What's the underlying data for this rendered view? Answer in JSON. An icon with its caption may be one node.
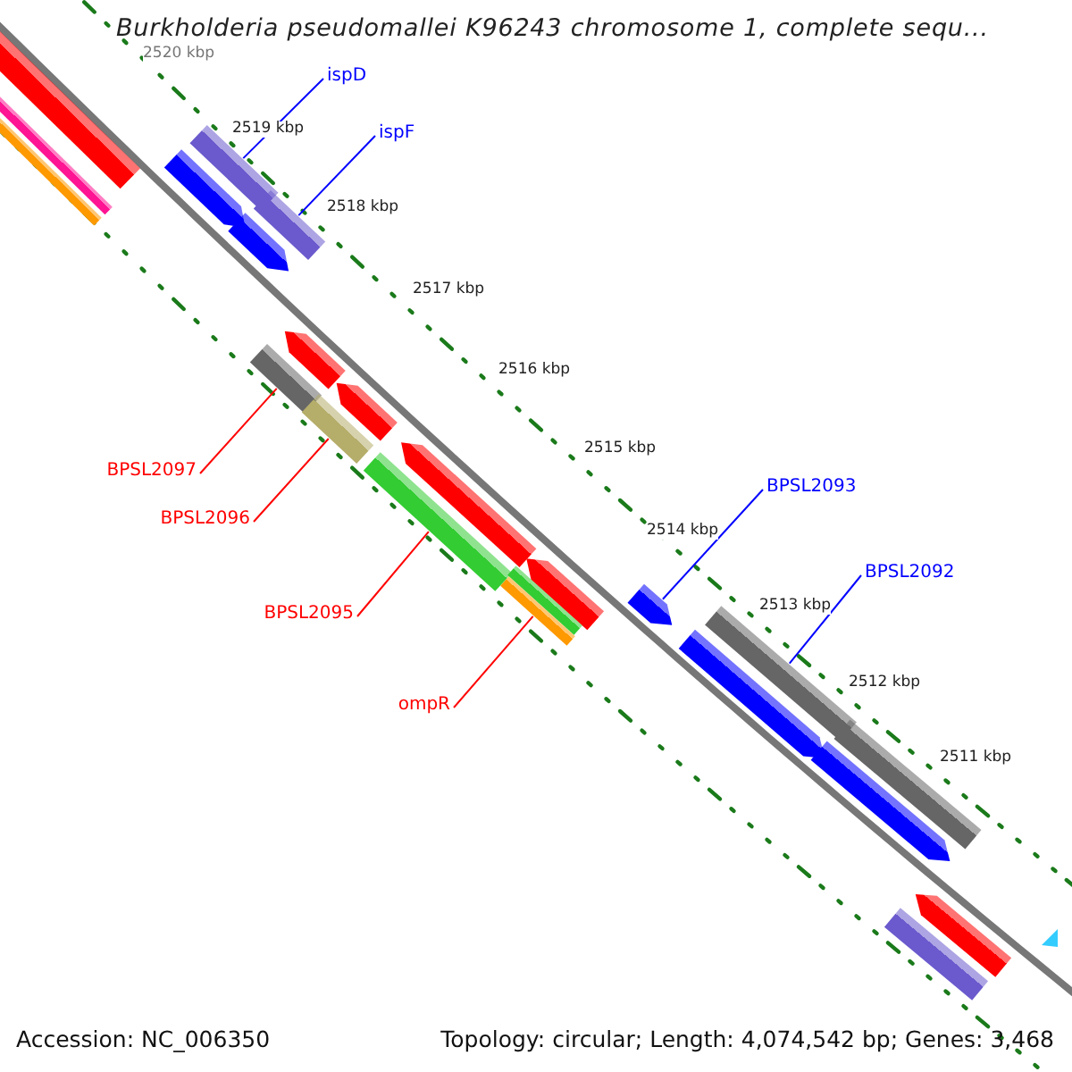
{
  "diagram": {
    "title": "Burkholderia pseudomallei K96243 chromosome 1, complete sequ...",
    "nodes": [
      {
        "text": [
          "ispD"
        ]
      },
      {
        "text": [
          "ispF"
        ]
      },
      {
        "text": [
          "BPSL2093"
        ]
      },
      {
        "text": [
          "BPSL2092"
        ]
      },
      {
        "text": [
          "BPSL2097"
        ]
      },
      {
        "text": [
          "BPSL2096"
        ]
      },
      {
        "text": [
          "BPSL2095"
        ]
      },
      {
        "text": [
          "ompR"
        ]
      },
      {
        "text": [],
        "shape": "bar"
      },
      {
        "text": [],
        "shape": "bar"
      },
      {
        "text": [],
        "shape": "arrow"
      },
      {
        "text": [],
        "shape": "bar"
      },
      {
        "text": [],
        "shape": "bar"
      },
      {
        "text": [],
        "shape": "bar"
      },
      {
        "text": [],
        "shape": "bar"
      },
      {
        "text": [],
        "shape": "bar"
      }
    ],
    "edges": [
      {
        "from": 0,
        "to": 8,
        "arrow": "none",
        "color": "#0000ff"
      },
      {
        "from": 1,
        "to": 9,
        "arrow": "none",
        "color": "#0000ff"
      },
      {
        "from": 2,
        "to": 10,
        "arrow": "none",
        "color": "#0000ff"
      },
      {
        "from": 3,
        "to": 11,
        "arrow": "none",
        "color": "#0000ff"
      },
      {
        "from": 4,
        "to": 12,
        "arrow": "none",
        "color": "#ff0000"
      },
      {
        "from": 5,
        "to": 13,
        "arrow": "none",
        "color": "#ff0000"
      },
      {
        "from": 6,
        "to": 14,
        "arrow": "none",
        "color": "#ff0000"
      },
      {
        "from": 7,
        "to": 15,
        "arrow": "none",
        "color": "#ff0000"
      }
    ],
    "labels": [
      "2520 kbp",
      "2519 kbp",
      "2518 kbp",
      "2517 kbp",
      "2516 kbp",
      "2515 kbp",
      "2514 kbp",
      "2513 kbp",
      "2512 kbp",
      "2511 kbp",
      "Accession: NC_006350",
      "Topology: circular; Length: 4,074,542 bp; Genes: 3,468"
    ]
  }
}
